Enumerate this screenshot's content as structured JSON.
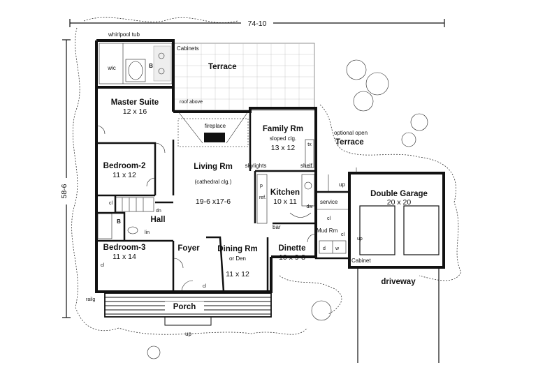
{
  "plan": {
    "overall_width": "74-10",
    "overall_depth": "58-6",
    "rooms": [
      {
        "id": "master-suite",
        "name": "Master Suite",
        "dims": "12 x 16"
      },
      {
        "id": "bedroom-2",
        "name": "Bedroom-2",
        "dims": "11 x 12"
      },
      {
        "id": "bedroom-3",
        "name": "Bedroom-3",
        "dims": "11 x 14"
      },
      {
        "id": "living",
        "name": "Living Rm",
        "note": "(cathedral clg.)",
        "dims": "19-6 x17-6"
      },
      {
        "id": "family",
        "name": "Family Rm",
        "note": "sloped clg.",
        "dims": "13 x 12"
      },
      {
        "id": "kitchen",
        "name": "Kitchen",
        "dims": "10 x 11"
      },
      {
        "id": "dining",
        "name": "Dining Rm",
        "note": "or Den",
        "dims": "11 x 12"
      },
      {
        "id": "dinette",
        "name": "Dinette",
        "dims": "10 x 9-8"
      },
      {
        "id": "garage",
        "name": "Double Garage",
        "dims": "20 x 20"
      },
      {
        "id": "foyer",
        "name": "Foyer"
      },
      {
        "id": "hall",
        "name": "Hall"
      },
      {
        "id": "terrace",
        "name": "Terrace"
      },
      {
        "id": "porch",
        "name": "Porch"
      }
    ],
    "labels": {
      "whirlpool": "whirlpool tub",
      "cabinets_top": "Cabinets",
      "wic": "wic",
      "bath1": "B",
      "bath2": "B",
      "roof_above": "roof above",
      "fireplace": "fireplace",
      "skylights": "skylights",
      "shelf": "shelf",
      "tx": "tx",
      "optional_terrace_1": "optional open",
      "optional_terrace_2": "Terrace",
      "up1": "up",
      "up2": "up",
      "up3": "up",
      "service": "service",
      "mud_rm": "Mud Rm",
      "cl1": "cl",
      "cl2": "cl",
      "cl3": "cl",
      "cl4": "cl",
      "cl5": "cl",
      "lin": "lin",
      "dn": "dn",
      "p": "p",
      "ref": "ref.",
      "dw": "dw",
      "bar": "bar",
      "d": "d",
      "w": "w",
      "cabinet_bottom": "Cabinet",
      "driveway": "driveway",
      "railg": "railg"
    }
  }
}
